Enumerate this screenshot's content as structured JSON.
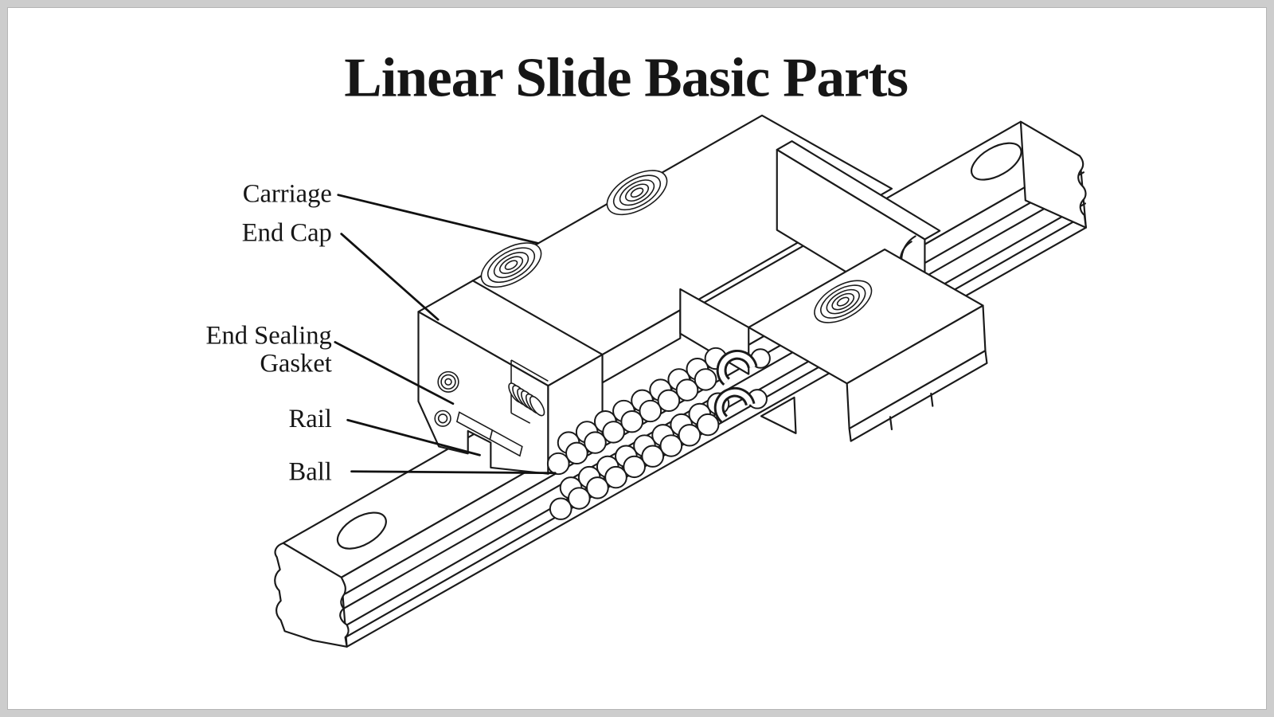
{
  "title": "Linear Slide Basic Parts",
  "labels": {
    "carriage": "Carriage",
    "end_cap": "End Cap",
    "end_sealing_line1": "End Sealing",
    "end_sealing_line2": "Gasket",
    "rail": "Rail",
    "ball": "Ball"
  },
  "colors": {
    "line": "#1a1a1a",
    "canvas": "#ffffff",
    "frame": "#cdcdcd"
  }
}
